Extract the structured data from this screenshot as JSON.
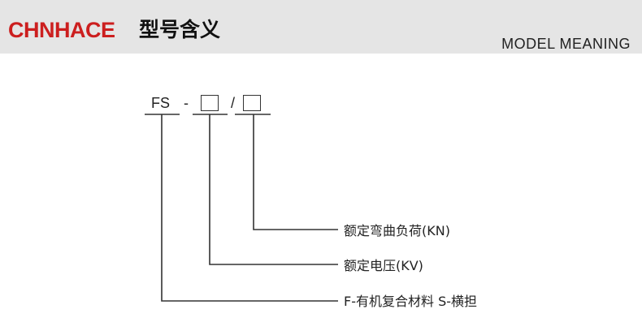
{
  "header": {
    "brand": "CHNHACE",
    "title": "型号含义",
    "subtitle_en": "MODEL MEANING"
  },
  "model": {
    "prefix": "FS",
    "dash": "-",
    "slash": "/"
  },
  "legend": [
    "额定弯曲负荷(KN)",
    "额定电压(KV)",
    "F-有机复合材料  S-横担"
  ]
}
